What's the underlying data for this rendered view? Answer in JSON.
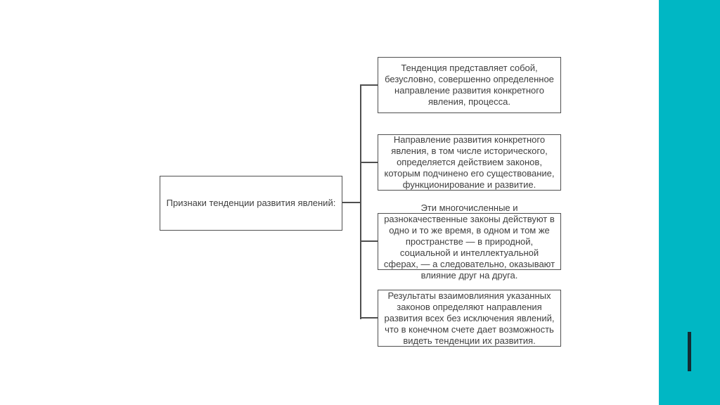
{
  "slide": {
    "background_color": "#ffffff",
    "accent_panel_color": "#00b7c4",
    "cursor_bar_color": "#132b33",
    "line_color": "#4f4f4f",
    "text_color": "#3f3f3f"
  },
  "diagram": {
    "root": {
      "label": "Признаки тенденции развития явлений:"
    },
    "branches": [
      {
        "text": "Тенденция представляет собой,\nбезусловно, совершенно определенное\nнаправление развития конкретного\nявления, процесса."
      },
      {
        "text": "Направление развития конкретного\nявления, в том числе исторического,\nопределяется действием законов,\nкоторым подчинено его существование,\nфункционирование и развитие."
      },
      {
        "text": "Эти многочисленные и\nразнокачественные законы действуют в\nодно и то же время, в одном и том же\nпространстве — в природной,\nсоциальной и интеллектуальной\nсферах, — а следовательно, оказывают\nвлияние друг на друга."
      },
      {
        "text": "Результаты взаимовлияния указанных\nзаконов определяют направления\nразвития всех без исключения явлений,\nчто в конечном счете дает возможность\nвидеть тенденции их развития."
      }
    ]
  }
}
